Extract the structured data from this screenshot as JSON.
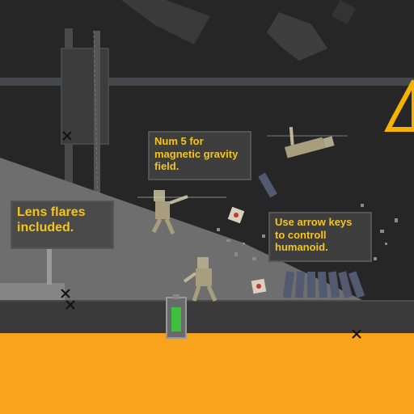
{
  "scene": {
    "title": "Physics sandbox scene",
    "colors": {
      "background": "#262626",
      "lava": "#f9a21c",
      "floor": "#3a3a3a",
      "tip_text": "#f5c518",
      "hazard_sign": "#f5b300",
      "battery_green": "#3fbf3f"
    }
  },
  "tooltips": {
    "gravity": "Num 5 for\nmagnetic gravity\nfield.",
    "flares": "Lens flares\nincluded.",
    "arrows": "Use arrow keys\nto controll\nhumanoid."
  },
  "icons": {
    "hazard_sign": "warning-triangle-icon",
    "generator": "battery-icon",
    "markers": "x-marker-icon"
  }
}
